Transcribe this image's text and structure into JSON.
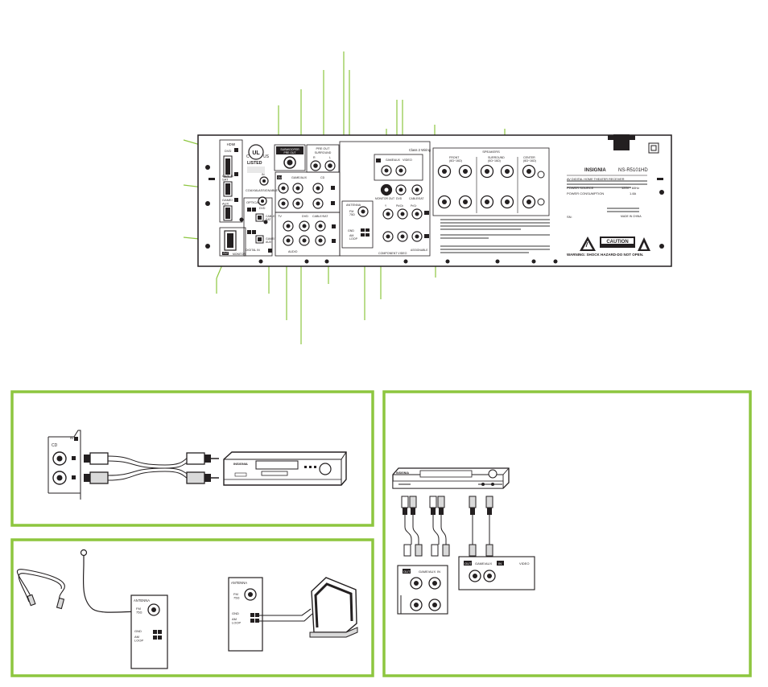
{
  "colors": {
    "callout": "#8dc63f",
    "panel_border": "#8dc63f",
    "line": "#231f20",
    "fill_gray": "#d9d9d9",
    "caution_bg": "#231f20"
  },
  "rear_panel": {
    "hdmi": {
      "main": "HDMI",
      "dvd": "DVD",
      "dvd_tag": "1",
      "cable_sat": "CABLE/\nSAT",
      "cable_tag": "2",
      "game_aux": "GAME/\nAUX",
      "game_tag": "3",
      "out": "OUT",
      "out_tag": "MONITOR"
    },
    "optical": {
      "title": "OPTICAL",
      "dvd": "DVD",
      "cable_sat": "CABLE/\nSAT",
      "game_aux": "GAME/\nAUX",
      "digital_label": "DIGITAL IN",
      "coaxial": "COAXIAL",
      "assignable": "ASSIGNABLE"
    },
    "cert": {
      "listed": "LISTED",
      "ul": "UL",
      "us": "US",
      "c": "C"
    },
    "subwoofer": {
      "title": "SUBWOOFER",
      "sub": "PRE OUT"
    },
    "pre_out": {
      "title": "PRE OUT",
      "sub": "SURROUND",
      "right": "R",
      "left": "L",
      "back": "BACK"
    },
    "audio_top": {
      "in": "IN",
      "game_aux": "GAME/AUX",
      "out": "OUT",
      "cd": "CD",
      "audio": "AUDIO"
    },
    "audio_bottom": {
      "tv": "TV",
      "dvd": "DVD",
      "cable_sat": "CABLE/SAT",
      "audio": "AUDIO"
    },
    "video": {
      "title": "VIDEO",
      "game_aux": "GAME/AUX",
      "monitor_out": "MONITOR OUT",
      "dvd": "DVD",
      "cable_sat": "CABLE/SAT",
      "class2": "Class 2 Wiring"
    },
    "antenna": {
      "title": "ANTENNA",
      "fm": "FM\n75Ω",
      "gnd": "GND",
      "am": "AM\nLOOP"
    },
    "component": {
      "label": "COMPONENT VIDEO",
      "assignable": "ASSIGNABLE",
      "y": "Y",
      "pb": "Pb/Cb",
      "pr": "Pr/Cr"
    },
    "speakers": {
      "title": "SPEAKERS",
      "front": "FRONT\n(6Ω~16Ω)",
      "surround": "SURROUND\n(6Ω~16Ω)",
      "center": "CENTER\n(6Ω~16Ω)"
    },
    "brand": {
      "logo": "INSIGNIA",
      "model": "NS-R5101HD",
      "desc": "AV DIGITAL HOME THEATER RECEIVER",
      "power_source": "POWER SOURCE",
      "power_source_val": "120V~ 60Hz",
      "power_consumption": "POWER CONSUMPTION",
      "power_consumption_val": "1.8A",
      "made": "MADE IN CHINA",
      "sn": "SN:",
      "caution": "CAUTION",
      "warning": "WARNING: SHOCK HAZARD-DO NOT OPEN."
    }
  },
  "cd_panel": {
    "label": "CD",
    "in": "IN",
    "device_logo": "INSIGNIA"
  },
  "antenna_panel": {
    "left": {
      "title": "ANTENNA",
      "fm": "FM\n75Ω",
      "gnd": "GND",
      "am": "AM\nLOOP"
    },
    "right": {
      "title": "ANTENNA",
      "fm": "FM\n75Ω",
      "gnd": "GND",
      "am": "AM\nLOOP"
    }
  },
  "game_panel": {
    "device_logo": "INSIGNIA",
    "out": "OUT",
    "game_aux": "GAME/AUX",
    "in": "IN",
    "video": "VIDEO"
  }
}
